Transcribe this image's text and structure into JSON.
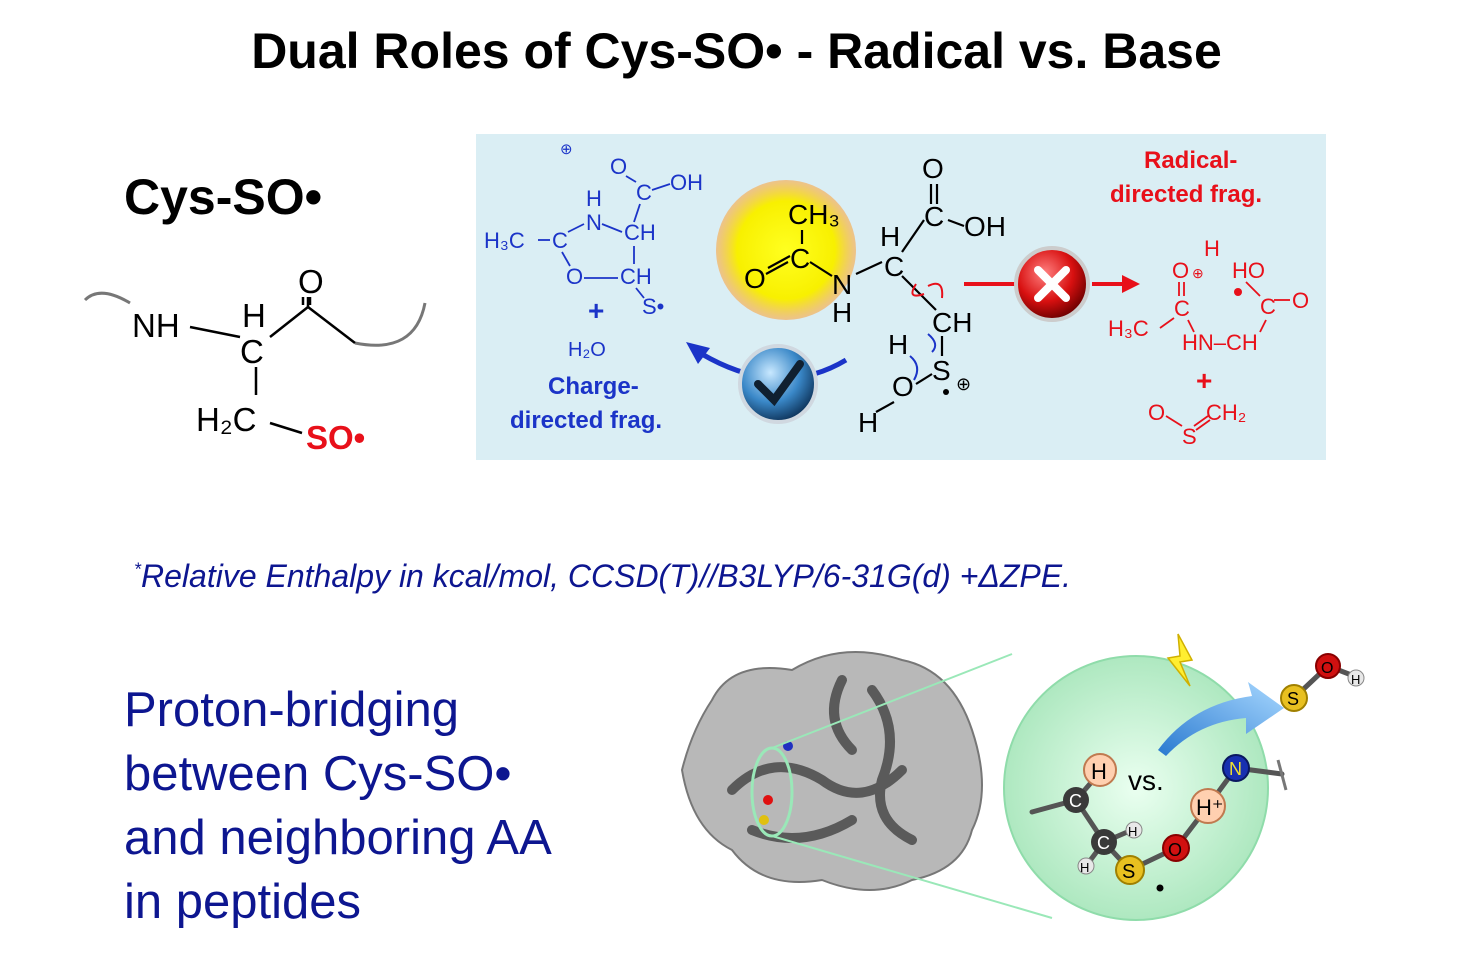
{
  "title": "Dual Roles of Cys-SO• - Radical vs. Base",
  "cys_label": "Cys-SO•",
  "structure": {
    "nh": "NH",
    "h_top": "H",
    "o_top": "O",
    "c_center": "C",
    "h2c": "H₂C",
    "so_radical": "SO•"
  },
  "scheme": {
    "charge_product": {
      "h3c": "H₃C",
      "c_plus": "C",
      "plus_sign": "⊕",
      "h": "H",
      "n": "N",
      "o_ring": "O",
      "ch_upper": "CH",
      "ch_lower": "CH",
      "s_radical": "S•",
      "cooh_o": "O",
      "cooh_c": "C",
      "cooh_oh": "OH",
      "plus": "+",
      "water": "H₂O",
      "label_line1": "Charge-",
      "label_line2": "directed frag."
    },
    "reactant": {
      "ch3": "CH₃",
      "o_eq": "O",
      "c_acyl": "C",
      "n": "N",
      "h_n": "H",
      "h_alpha": "H",
      "c_alpha": "C",
      "o_top": "O",
      "c_carboxyl": "C",
      "oh": "OH",
      "ch_beta": "CH",
      "h_beta": "H",
      "s_plus": "S",
      "plus_sign": "⊕",
      "o_h": "O",
      "h_o": "H"
    },
    "radical_product": {
      "label_line1": "Radical-",
      "label_line2": "directed frag.",
      "h_top": "H",
      "o_plus": "O",
      "plus_sign": "⊕",
      "ho": "HO",
      "h3c": "H₃C",
      "c_left": "C",
      "c_right": "C",
      "o_right": "O",
      "hn_ch": "HN–CH",
      "plus": "+",
      "o_s": "O",
      "s": "S",
      "ch2": "CH₂"
    }
  },
  "footnote_mark": "*",
  "footnote": "Relative Enthalpy in kcal/mol, CCSD(T)//B3LYP/6-31G(d) +ΔZPE.",
  "body_lines": [
    "Proton-bridging",
    "between Cys-SO•",
    "and neighboring AA",
    "in peptides"
  ],
  "illustration": {
    "vs": "vs.",
    "atoms": [
      "H",
      "C",
      "C",
      "H",
      "H",
      "S",
      "O",
      "H⁺",
      "N",
      "S",
      "O",
      "H"
    ]
  },
  "colors": {
    "scheme_background": "#daeef4",
    "charge_blue": "#1b34c8",
    "radical_red": "#e8101a",
    "body_navy": "#0d1690",
    "zoom_green": "#c6f2d6"
  }
}
